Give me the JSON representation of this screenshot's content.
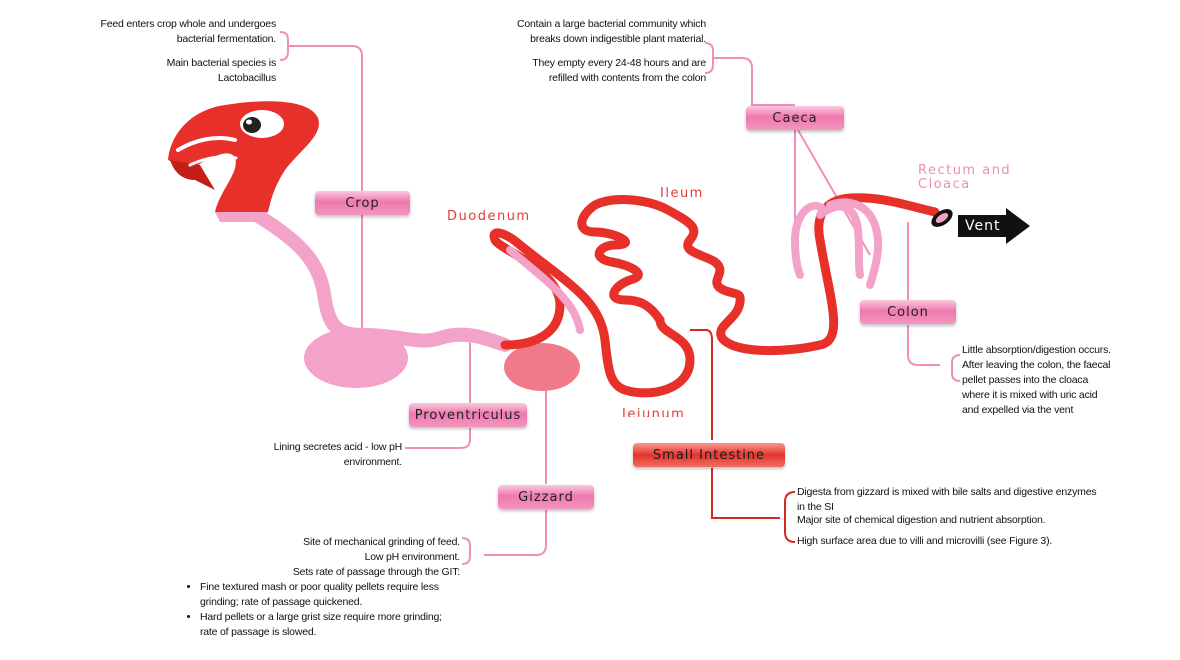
{
  "organs": {
    "crop": "Crop",
    "caeca": "Caeca",
    "colon": "Colon",
    "proventriculus": "Proventriculus",
    "gizzard": "Gizzard",
    "small_intestine": "Small Intestine"
  },
  "regions": {
    "duodenum": "Duodenum",
    "ileum": "Ileum",
    "jejunum": "Jejunum",
    "rectum_cloaca_1": "Rectum and",
    "rectum_cloaca_2": "Cloaca",
    "vent": "Vent"
  },
  "notes": {
    "crop": [
      "Feed enters crop whole and undergoes bacterial fermentation.",
      "Main bacterial species is Lactobacillus"
    ],
    "caeca": [
      "Contain a large bacterial community which breaks down indigestible plant material.",
      "They empty every 24-48 hours and are refilled with contents from the colon"
    ],
    "colon": [
      "Little absorption/digestion occurs.",
      "After leaving the colon, the faecal pellet passes into the cloaca where it is mixed with uric acid and expelled via the vent"
    ],
    "proventriculus": [
      "Lining secretes acid - low pH environment."
    ],
    "small_intestine": [
      "Digesta from gizzard is mixed with bile salts and digestive enzymes in the SI",
      "Major site of chemical digestion and nutrient absorption.",
      "High surface area due to villi and microvilli (see Figure 3)."
    ],
    "gizzard": {
      "lines": [
        "Site of mechanical grinding of feed.",
        "Low pH environment.",
        "Sets rate of passage through the GIT:"
      ],
      "bullets": [
        "Fine textured mash or poor quality pellets require less grinding; rate of passage quickened.",
        "Hard pellets or a large grist size require more grinding; rate of  passage is slowed."
      ]
    }
  },
  "colors": {
    "pink": "#f4a3c8",
    "red": "#e8302a",
    "connector_pink": "#f18fbb",
    "connector_red": "#d42a22"
  }
}
